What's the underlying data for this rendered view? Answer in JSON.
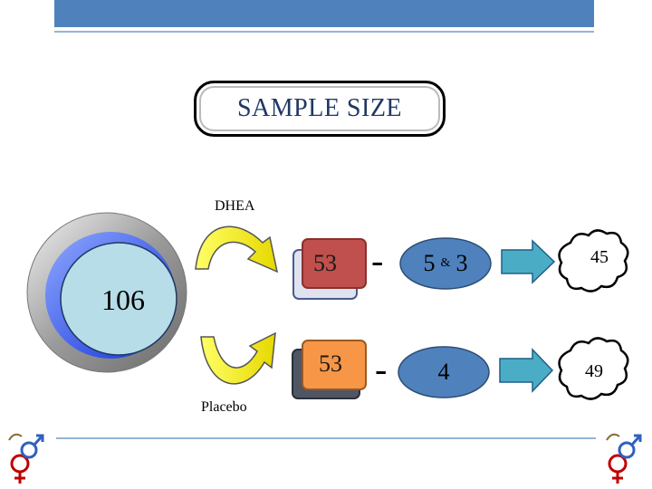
{
  "title": "SAMPLE SIZE",
  "total": "106",
  "arms": [
    {
      "label": "DHEA",
      "allocated": "53",
      "lost": "5",
      "lost_connector": "&",
      "lost_extra": "3",
      "analyzed": "45"
    },
    {
      "label": "Placebo",
      "allocated": "53",
      "lost": "4",
      "analyzed": "49"
    }
  ],
  "dash": "-",
  "colors": {
    "header_bar": "#4f81bd",
    "dhea_box": "#c0504d",
    "placebo_box": "#f79646",
    "oval": "#4f81bd",
    "arrow": "#4bacc6",
    "circle": "#b7dde8",
    "curved_arrow": "#ffff00"
  },
  "icons": [
    "gender-symbol-icon"
  ]
}
